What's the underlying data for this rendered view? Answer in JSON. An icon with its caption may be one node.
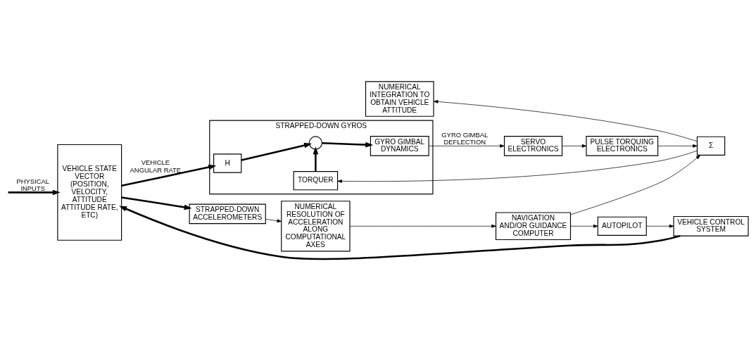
{
  "diagram": {
    "nodes": [
      {
        "text": [
          "VEHICLE STATE VECTOR (POSITION, VELOCITY, ATTITUDE ATTITUDE RATE, ETC)"
        ]
      },
      {
        "text": [
          "STRAPPED-DOWN GYROS"
        ]
      },
      {
        "text": [
          "H"
        ],
        "in": 1
      },
      {
        "text": [],
        "shape": "circle",
        "in": 1
      },
      {
        "text": [
          "GYRO GIMBAL DYNAMICS"
        ],
        "in": 1
      },
      {
        "text": [
          "TORQUER"
        ],
        "in": 1
      },
      {
        "text": [
          "SERVO ELECTRONICS"
        ]
      },
      {
        "text": [
          "PULSE TORQUING ELECTRONICS"
        ]
      },
      {
        "text": [
          "Σ"
        ]
      },
      {
        "text": [
          "NUMERICAL INTEGRATION TO OBTAIN VEHICLE ATTITUDE"
        ]
      },
      {
        "text": [
          "STRAPPED-DOWN ACCELEROMETERS"
        ]
      },
      {
        "text": [
          "NUMERICAL RESOLUTION OF ACCELERATION ALONG COMPUTATIONAL AXES"
        ]
      },
      {
        "text": [
          "NAVIGATION AND/OR GUIDANCE COMPUTER"
        ]
      },
      {
        "text": [
          "AUTOPILOT"
        ]
      },
      {
        "text": [
          "VEHICLE CONTROL SYSTEM"
        ]
      }
    ],
    "edges": [
      {
        "from": null,
        "to": 0,
        "arrow": "to",
        "label": "PHYSICAL INPUTS",
        "style": "thick"
      },
      {
        "from": 0,
        "to": 2,
        "arrow": "to",
        "label": "VEHICLE ANGULAR RATE",
        "style": "thick"
      },
      {
        "from": 2,
        "to": 3,
        "arrow": "to",
        "style": "thick"
      },
      {
        "from": 3,
        "to": 4,
        "arrow": "to",
        "style": "thick"
      },
      {
        "from": 5,
        "to": 3,
        "arrow": "to",
        "style": "thick"
      },
      {
        "from": 4,
        "to": 6,
        "arrow": "to",
        "label": "GYRO GIMBAL DEFLECTION"
      },
      {
        "from": 6,
        "to": 7,
        "arrow": "to"
      },
      {
        "from": 7,
        "to": 8,
        "arrow": "to"
      },
      {
        "from": 12,
        "to": 8,
        "arrow": "to"
      },
      {
        "from": 8,
        "to": 5,
        "arrow": "to"
      },
      {
        "from": 8,
        "to": 9,
        "arrow": "to"
      },
      {
        "from": 0,
        "to": 10,
        "arrow": "to",
        "style": "thick"
      },
      {
        "from": 10,
        "to": 11,
        "arrow": "to"
      },
      {
        "from": 11,
        "to": 12,
        "arrow": "to"
      },
      {
        "from": 12,
        "to": 13,
        "arrow": "to"
      },
      {
        "from": 13,
        "to": 14,
        "arrow": "to"
      },
      {
        "from": 14,
        "to": 0,
        "arrow": "to",
        "style": "thick"
      }
    ]
  }
}
